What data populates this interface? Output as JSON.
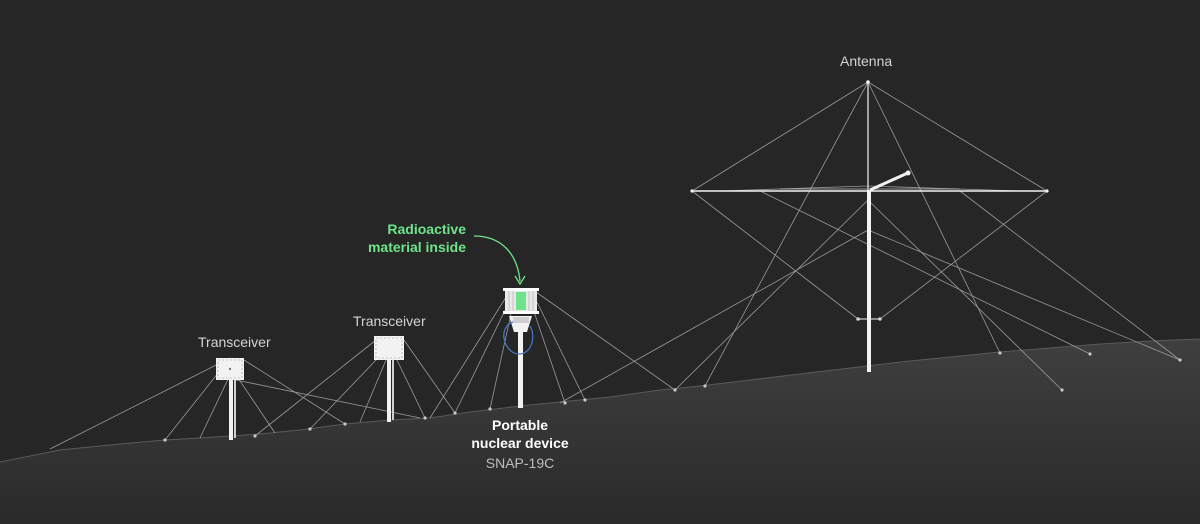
{
  "labels": {
    "antenna": "Antenna",
    "transceiver_left": "Transceiver",
    "transceiver_right": "Transceiver",
    "radioactive_line1": "Radioactive",
    "radioactive_line2": "material inside",
    "device_line1": "Portable",
    "device_line2": "nuclear device",
    "device_model": "SNAP-19C"
  },
  "colors": {
    "background": "#262626",
    "ground": "#3a3a3a",
    "structure": "#f2f2f2",
    "guy_wire": "#9a9a9a",
    "radioactive_highlight": "#6ee38a",
    "loop": "#4a78c8"
  }
}
